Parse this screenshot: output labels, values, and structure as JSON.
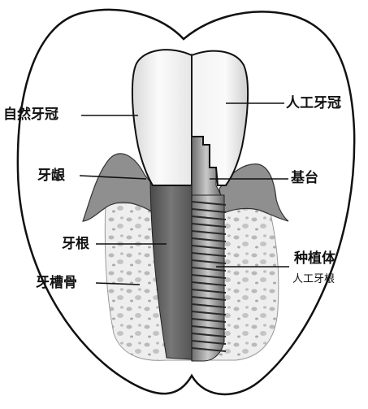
{
  "labels": {
    "natural_crown": "自然牙冠",
    "gum": "牙龈",
    "root": "牙根",
    "alveolar_bone": "牙槽骨",
    "artificial_crown": "人工牙冠",
    "abutment": "基台",
    "implant": "种植体",
    "artificial_root": "人工牙根"
  },
  "colors": {
    "outline": "#111111",
    "enamel": "#f2f2f2",
    "gum": "#8c8c8c",
    "bone": "#e9e9e9",
    "root": "#5e5e5e",
    "metal": "#9a9a9a"
  }
}
